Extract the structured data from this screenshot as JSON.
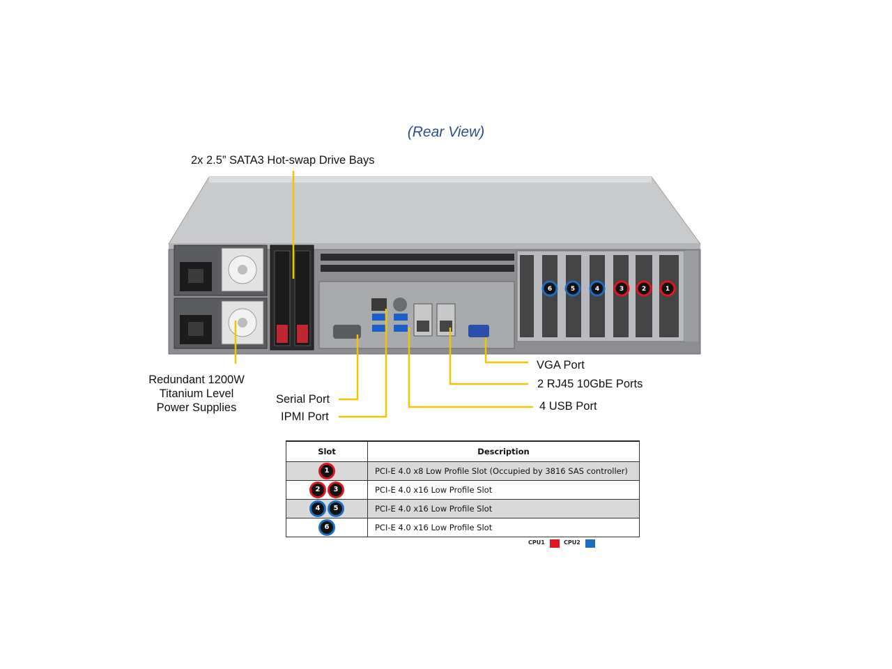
{
  "title": "(Rear View)",
  "callouts": {
    "drive_bays": "2x 2.5” SATA3 Hot-swap Drive Bays",
    "power_line1": "Redundant  1200W",
    "power_line2": "Titanium  Level",
    "power_line3": "Power Supplies",
    "serial": "Serial Port",
    "ipmi": "IPMI Port",
    "vga": "VGA Port",
    "rj45": "2 RJ45  10GbE Ports",
    "usb": "4 USB Port"
  },
  "slot_markers": [
    "6",
    "5",
    "4",
    "3",
    "2",
    "1"
  ],
  "table": {
    "headers": [
      "Slot",
      "Description"
    ],
    "rows": [
      {
        "slots": [
          {
            "n": "1",
            "cpu": "red"
          }
        ],
        "desc": "PCI-E 4.0 x8 Low  Profile Slot (Occupied by 3816 SAS controller)"
      },
      {
        "slots": [
          {
            "n": "2",
            "cpu": "red"
          },
          {
            "n": "3",
            "cpu": "red"
          }
        ],
        "desc": "PCI-E 4.0 x16 Low Profile Slot"
      },
      {
        "slots": [
          {
            "n": "4",
            "cpu": "blue"
          },
          {
            "n": "5",
            "cpu": "blue"
          }
        ],
        "desc": "PCI-E 4.0 x16 Low Profile Slot"
      },
      {
        "slots": [
          {
            "n": "6",
            "cpu": "blue"
          }
        ],
        "desc": "PCI-E 4.0 x16 Low Profile Slot"
      }
    ]
  },
  "legend": {
    "cpu1": "CPU1",
    "cpu1_color": "#e0171f",
    "cpu2": "CPU2",
    "cpu2_color": "#1b6fc2"
  },
  "colors": {
    "callout_line": "#f5c400",
    "title": "#2d4e8a"
  }
}
